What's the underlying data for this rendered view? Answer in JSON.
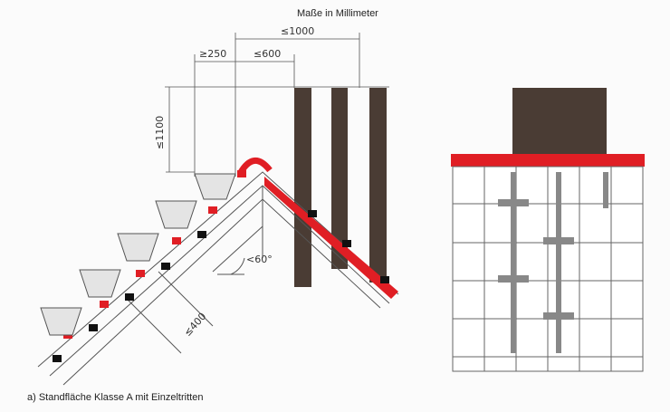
{
  "header": {
    "units_note": "Maße in Millimeter"
  },
  "dimensions": {
    "max_width_total": "≤1000",
    "min_offset": "≥250",
    "max_width_step": "≤600",
    "max_height": "≤1100",
    "roof_angle": "<60°",
    "max_spacing": "≤400"
  },
  "caption": "a)  Standfläche Klasse A mit Einzeltritten",
  "colors": {
    "ridge_red": "#e01e24",
    "chimney": "#4a3c34",
    "line": "#555555"
  }
}
